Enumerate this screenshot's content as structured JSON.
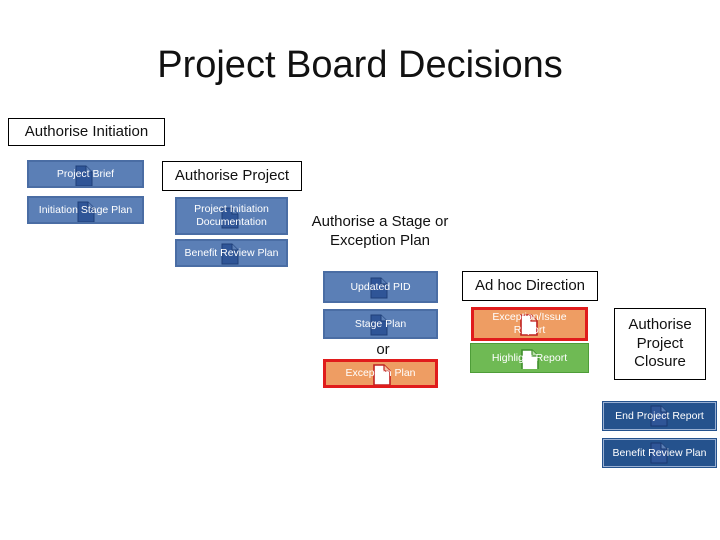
{
  "title": "Project Board Decisions",
  "decisions": {
    "authorise_initiation": "Authorise Initiation",
    "authorise_project": "Authorise Project",
    "authorise_stage": "Authorise a Stage or Exception Plan",
    "ad_hoc_direction": "Ad hoc Direction",
    "authorise_closure": "Authorise Project Closure",
    "or_label": "or"
  },
  "products": {
    "project_brief": "Project Brief",
    "initiation_stage_plan": "Initiation Stage Plan",
    "pid": "Project Initiation Documentation",
    "benefit_review_plan": "Benefit Review Plan",
    "updated_pid": "Updated PID",
    "stage_plan": "Stage Plan",
    "exception_plan": "Exception Plan",
    "exception_issue_report": "Exception/Issue Report",
    "highlight_report": "Highlight Report",
    "end_project_report": "End Project Report",
    "benefit_review_plan_2": "Benefit Review Plan"
  },
  "colors": {
    "product_blue": "#5b7fb6",
    "product_dark_blue": "#25528d",
    "exception_orange": "#ee9d63",
    "exception_border_red": "#e01c1c",
    "highlight_green": "#6fba54",
    "doc_icon_blue": "#2f5597",
    "doc_icon_red": "#c0201f",
    "doc_icon_green": "#3f8f2c"
  }
}
